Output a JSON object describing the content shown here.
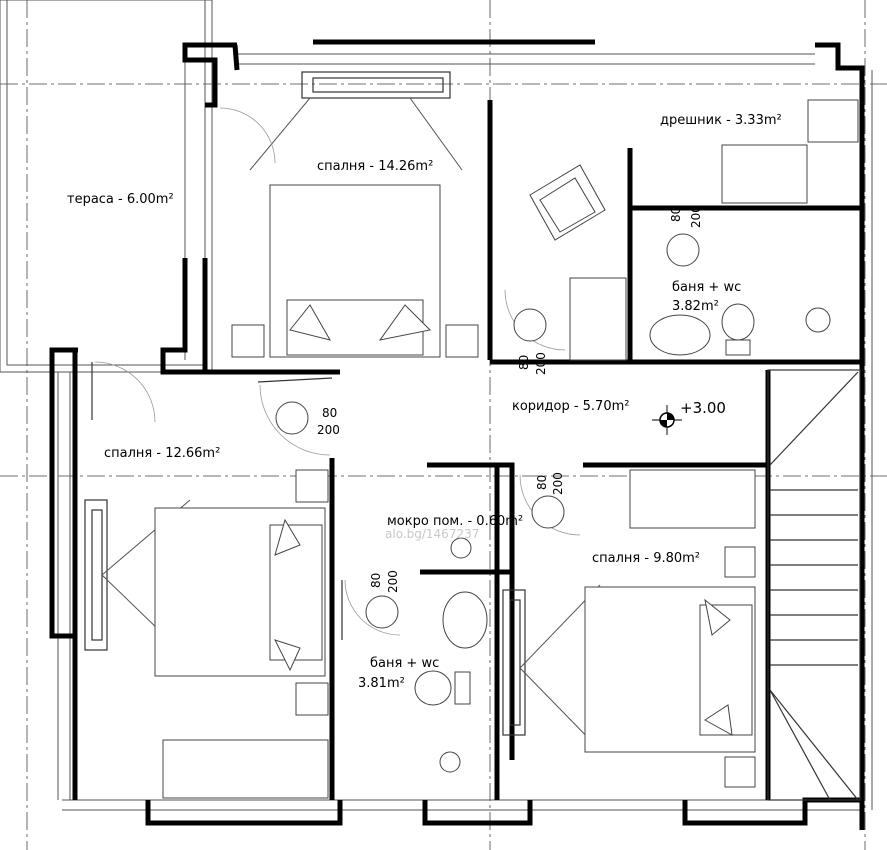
{
  "plan": {
    "elevation": "+3.00",
    "watermark": "alo.bg/1467237",
    "rooms": [
      {
        "id": "terrace",
        "label": "тераса - 6.00m²"
      },
      {
        "id": "bedroom-main",
        "label": "спалня - 14.26m²"
      },
      {
        "id": "wardrobe",
        "label": "дрешник - 3.33m²"
      },
      {
        "id": "bath-top-1",
        "label": "баня + wc"
      },
      {
        "id": "bath-top-2",
        "label": "3.82m²"
      },
      {
        "id": "corridor",
        "label": "коридор - 5.70m²"
      },
      {
        "id": "bedroom-left",
        "label": "спалня - 12.66m²"
      },
      {
        "id": "wet-room",
        "label": "мокро пом. - 0.60m²"
      },
      {
        "id": "bedroom-right",
        "label": "спалня - 9.80m²"
      },
      {
        "id": "bath-bottom-1",
        "label": "баня + wc"
      },
      {
        "id": "bath-bottom-2",
        "label": "3.81m²"
      }
    ],
    "doors": [
      {
        "id": "door-wardrobe",
        "width": "80",
        "height": "200"
      },
      {
        "id": "door-bath-top",
        "width": "80",
        "height": "200"
      },
      {
        "id": "door-bedroom-left",
        "width": "80",
        "height": "200"
      },
      {
        "id": "door-bedroom-right",
        "width": "80",
        "height": "200"
      },
      {
        "id": "door-bath-bottom",
        "width": "80",
        "height": "200"
      }
    ]
  }
}
